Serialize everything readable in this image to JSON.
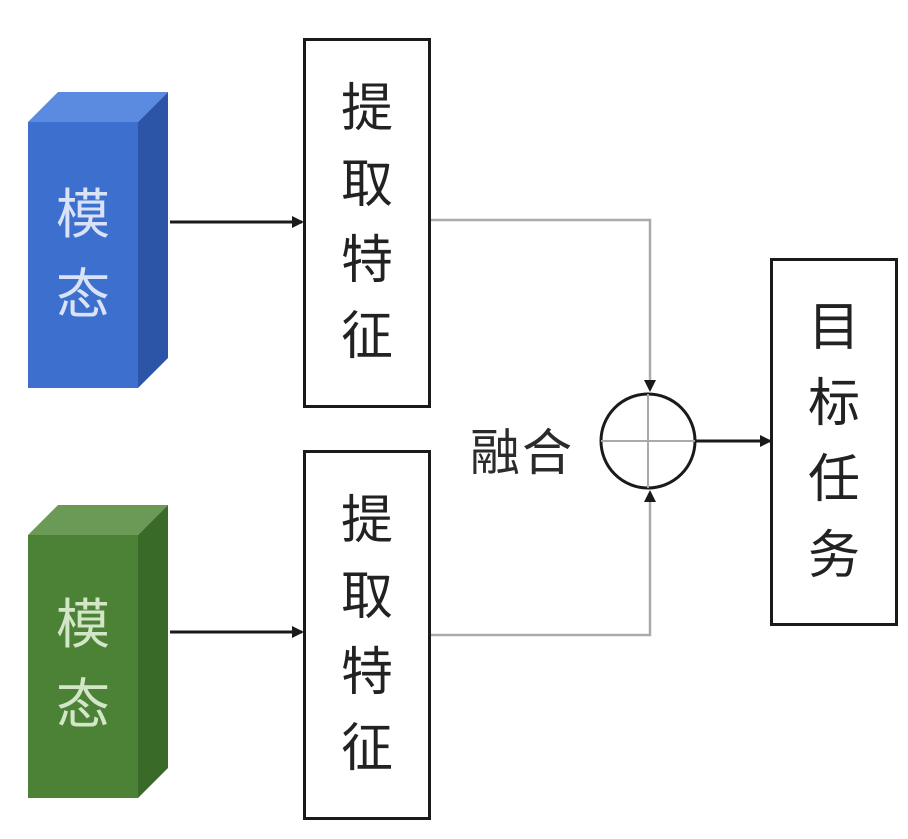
{
  "modalities": [
    {
      "label": "模\n态",
      "color": "blue"
    },
    {
      "label": "模\n态",
      "color": "green"
    }
  ],
  "extract": [
    {
      "label": "提\n取\n特\n征"
    },
    {
      "label": "提\n取\n特\n征"
    }
  ],
  "fusion": {
    "label": "融合"
  },
  "target": {
    "label": "目\n标\n任\n务"
  },
  "colors": {
    "blue_front": "#3d6fcf",
    "blue_side": "#2c55a8",
    "blue_top": "#5b8be0",
    "green_front": "#4c8236",
    "green_side": "#3a6a28",
    "green_top": "#6a9a55",
    "line_dark": "#1a1a1a",
    "line_gray": "#aaaaaa"
  }
}
